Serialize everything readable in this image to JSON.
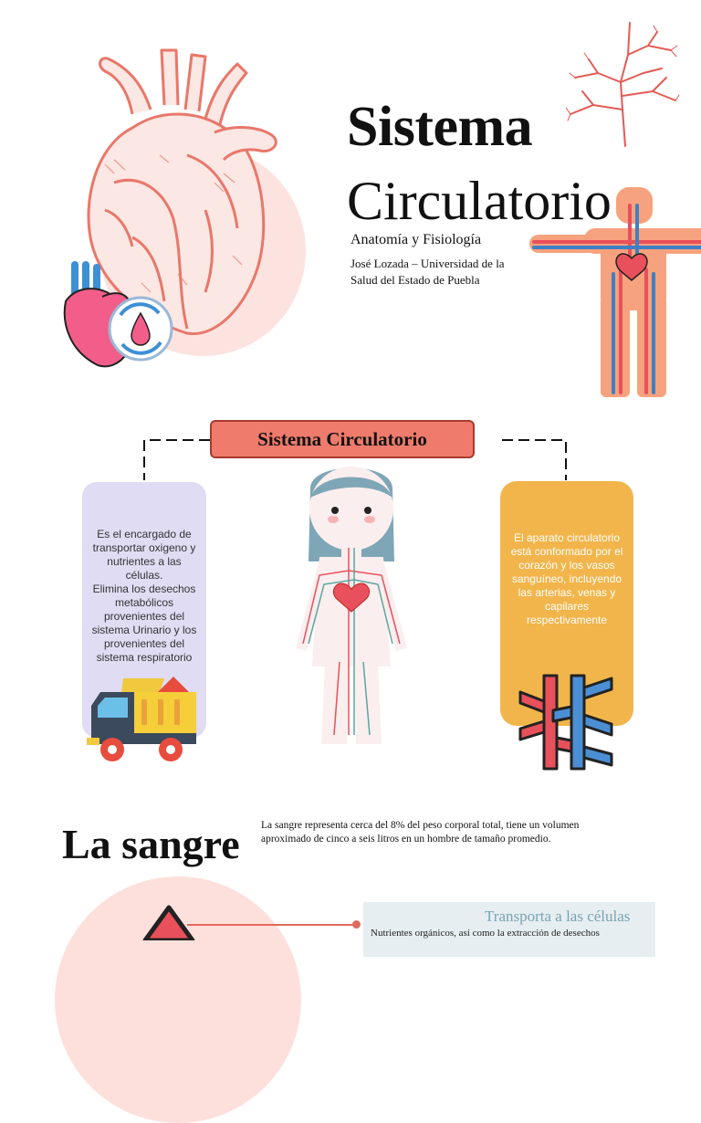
{
  "header": {
    "title_line1": "Sistema",
    "title_line2": "Circulatorio",
    "subtitle": "Anatomía y Fisiología",
    "author": "José Lozada – Universidad de la Salud del Estado de Puebla"
  },
  "diagram": {
    "title": "Sistema Circulatorio",
    "left_box": {
      "para1": "Es el encargado de transportar oxigeno y nutrientes a las células.",
      "para2": "Elimina los desechos metabólicos provenientes del sistema Urinario y los provenientes del sistema respiratorio"
    },
    "right_box": {
      "text": "El aparato circulatorio está conformado por el corazón y los vasos sanguíneo, incluyendo las arterias, venas y capilares respectivamente"
    }
  },
  "sangre": {
    "title": "La sangre",
    "text": "La sangre representa cerca del 8% del peso corporal total, tiene un volumen aproximado de cinco a seis litros en un hombre de tamaño promedio.",
    "card_title": "Transporta a las células",
    "card_text": "Nutrientes orgánicos, así como la extracción de desechos"
  },
  "colors": {
    "coral": "#ef7b6c",
    "lavender": "#e0dcf3",
    "orange": "#f2b54b",
    "artery_red": "#e8505b",
    "vein_blue": "#3f7fc4"
  }
}
